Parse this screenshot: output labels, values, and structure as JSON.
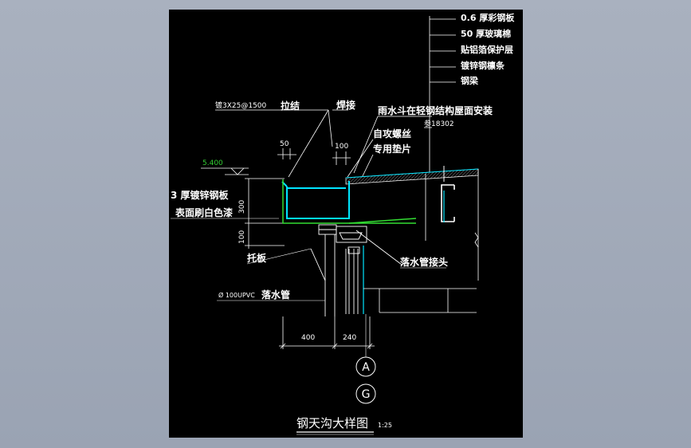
{
  "drawing": {
    "layer_labels": [
      "0.6 厚彩钢板",
      "50 厚玻璃棉",
      "贴铝箔保护层",
      "镀锌钢檩条",
      "钢梁"
    ],
    "bolt_spec": "镀3X25@1500",
    "tie_bar": "拉结",
    "welding": "焊接",
    "drain_note": "雨水斗在轻钢结构屋面安装",
    "drain_ref": "参18302",
    "screw_line1": "自攻螺丝",
    "screw_line2": "专用垫片",
    "elevation": "5.400",
    "plate_line1": "3 厚镀锌钢板",
    "plate_line2": "表面刷白色漆",
    "dim_50": "50",
    "dim_100_top": "100",
    "dim_300": "300",
    "dim_100_side": "100",
    "bracket": "托板",
    "outlet": "落水管接头",
    "pipe_spec": "Ø 100UPVC",
    "downpipe": "落水管",
    "dim_400": "400",
    "dim_240": "240",
    "grid_a": "A",
    "grid_g": "G",
    "title": "钢天沟大样图",
    "scale": "1:25"
  },
  "colors": {
    "background": "#000000",
    "white": "#ffffff",
    "cyan": "#00e5ff",
    "green": "#33dd33",
    "elevation_green": "#33cc33"
  }
}
